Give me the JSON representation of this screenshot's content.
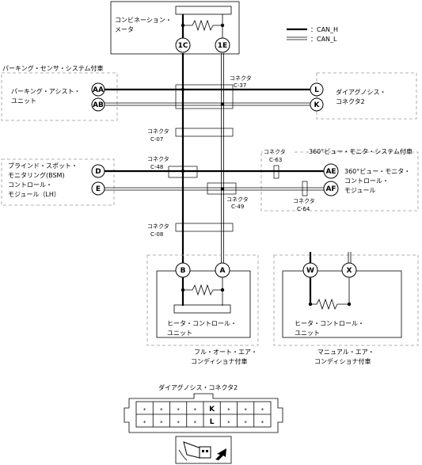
{
  "legend": {
    "can_h": "：CAN_H",
    "can_l": "：CAN_L"
  },
  "combination_meter": {
    "line1": "コンビネーション・",
    "line2": "メータ",
    "pin_h": "1C",
    "pin_l": "1E"
  },
  "parking_system": {
    "title": "パーキング・センサ・システム付車",
    "unit_line1": "パーキング・アシスト・",
    "unit_line2": "ユニット",
    "pin_h": "AA",
    "pin_l": "AB"
  },
  "diag_connector2": {
    "line1": "ダイアグノシス・",
    "line2": "コネクタ2",
    "pin_h": "L",
    "pin_l": "K"
  },
  "connectors": {
    "c37": {
      "line1": "コネクタ",
      "line2": "C-37"
    },
    "c07": {
      "line1": "コネクタ",
      "line2": "C-07"
    },
    "c48": {
      "line1": "コネクタ",
      "line2": "C-48"
    },
    "c49": {
      "line1": "コネクタ",
      "line2": "C-49"
    },
    "c08": {
      "line1": "コネクタ",
      "line2": "C-08"
    },
    "c63": {
      "line1": "コネクタ",
      "line2": "C-63"
    },
    "c64": {
      "line1": "コネクタ",
      "line2": "C-64"
    }
  },
  "bsm": {
    "line1": "ブラインド・スポット・",
    "line2": "モニタリング(BSM)",
    "line3": "コントロール・",
    "line4": "モジュール（LH）",
    "pin_h": "D",
    "pin_l": "E"
  },
  "monitor_system": {
    "title": "360°ビュー・モニタ・システム付車",
    "line1": "360°ビュー・モニタ・",
    "line2": "コントロール・",
    "line3": "モジュール",
    "pin_h": "AE",
    "pin_l": "AF"
  },
  "heater_full": {
    "pin_1": "B",
    "pin_2": "A",
    "line1": "ヒータ・コントロール・",
    "line2": "ユニット",
    "caption1": "フル・オート・エア・",
    "caption2": "コンディショナ付車"
  },
  "heater_manual": {
    "pin_1": "W",
    "pin_2": "X",
    "line1": "ヒータ・コントロール・",
    "line2": "ユニット",
    "caption1": "マニュアル・エア・",
    "caption2": "コンディショナ付車"
  },
  "diag_view": {
    "title": "ダイアグノシス・コネクタ2",
    "row1": [
      "*",
      "*",
      "*",
      "*",
      "K",
      "*",
      "*",
      "*"
    ],
    "row2": [
      "*",
      "*",
      "*",
      "*",
      "L",
      "*",
      "*",
      "*"
    ]
  },
  "icons": {
    "connector_view": "connector-arrow-icon"
  }
}
